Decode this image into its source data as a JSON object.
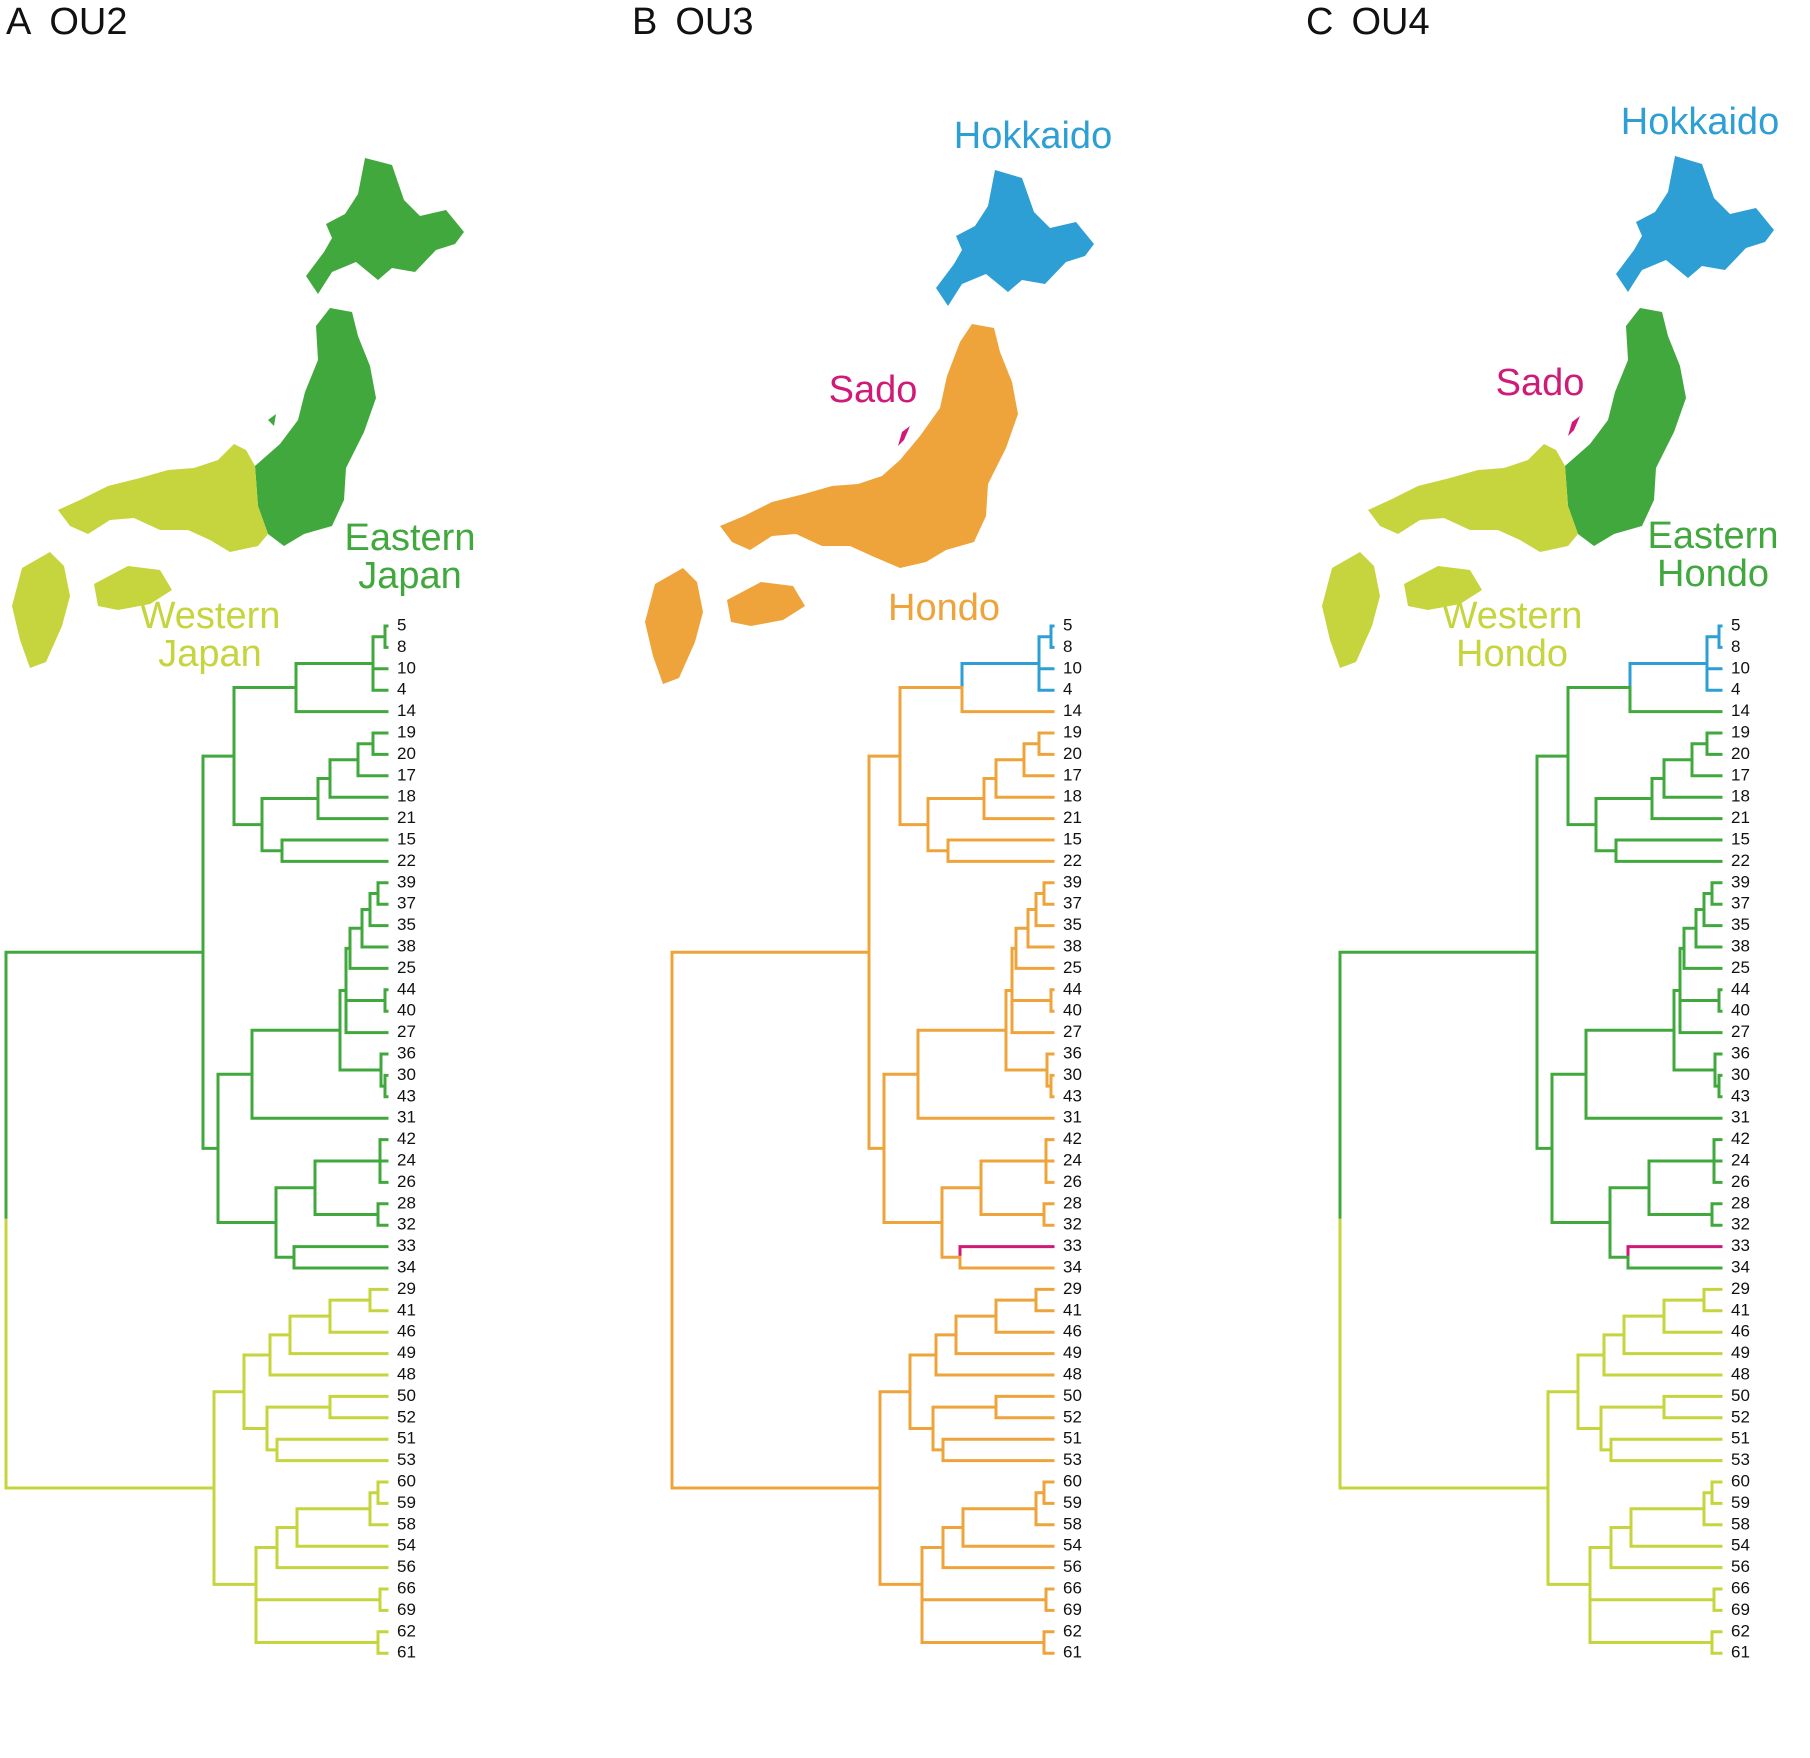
{
  "colors": {
    "eastern": "#41a83e",
    "western": "#c6d43e",
    "hokkaido": "#2e9fd4",
    "hondo": "#eea43b",
    "sado": "#cf1a77"
  },
  "panels": [
    {
      "letter": "A",
      "model": "OU2",
      "regions": [
        {
          "lines": [
            "Eastern",
            "Japan"
          ],
          "color": "#41a83e"
        },
        {
          "lines": [
            "Western",
            "Japan"
          ],
          "color": "#c6d43e"
        }
      ]
    },
    {
      "letter": "B",
      "model": "OU3",
      "regions": [
        {
          "lines": [
            "Hokkaido"
          ],
          "color": "#2e9fd4"
        },
        {
          "lines": [
            "Sado"
          ],
          "color": "#cf1a77"
        },
        {
          "lines": [
            "Hondo"
          ],
          "color": "#eea43b"
        }
      ]
    },
    {
      "letter": "C",
      "model": "OU4",
      "regions": [
        {
          "lines": [
            "Hokkaido"
          ],
          "color": "#2e9fd4"
        },
        {
          "lines": [
            "Sado"
          ],
          "color": "#cf1a77"
        },
        {
          "lines": [
            "Eastern",
            "Hondo"
          ],
          "color": "#41a83e"
        },
        {
          "lines": [
            "Western",
            "Hondo"
          ],
          "color": "#c6d43e"
        }
      ]
    }
  ],
  "tip_labels": [
    "5",
    "8",
    "10",
    "4",
    "14",
    "19",
    "20",
    "17",
    "18",
    "21",
    "15",
    "22",
    "39",
    "37",
    "35",
    "38",
    "25",
    "44",
    "40",
    "27",
    "36",
    "30",
    "43",
    "31",
    "42",
    "24",
    "26",
    "28",
    "32",
    "33",
    "34",
    "29",
    "41",
    "46",
    "49",
    "48",
    "50",
    "52",
    "51",
    "53",
    "60",
    "59",
    "58",
    "54",
    "56",
    "66",
    "69",
    "62",
    "61"
  ]
}
